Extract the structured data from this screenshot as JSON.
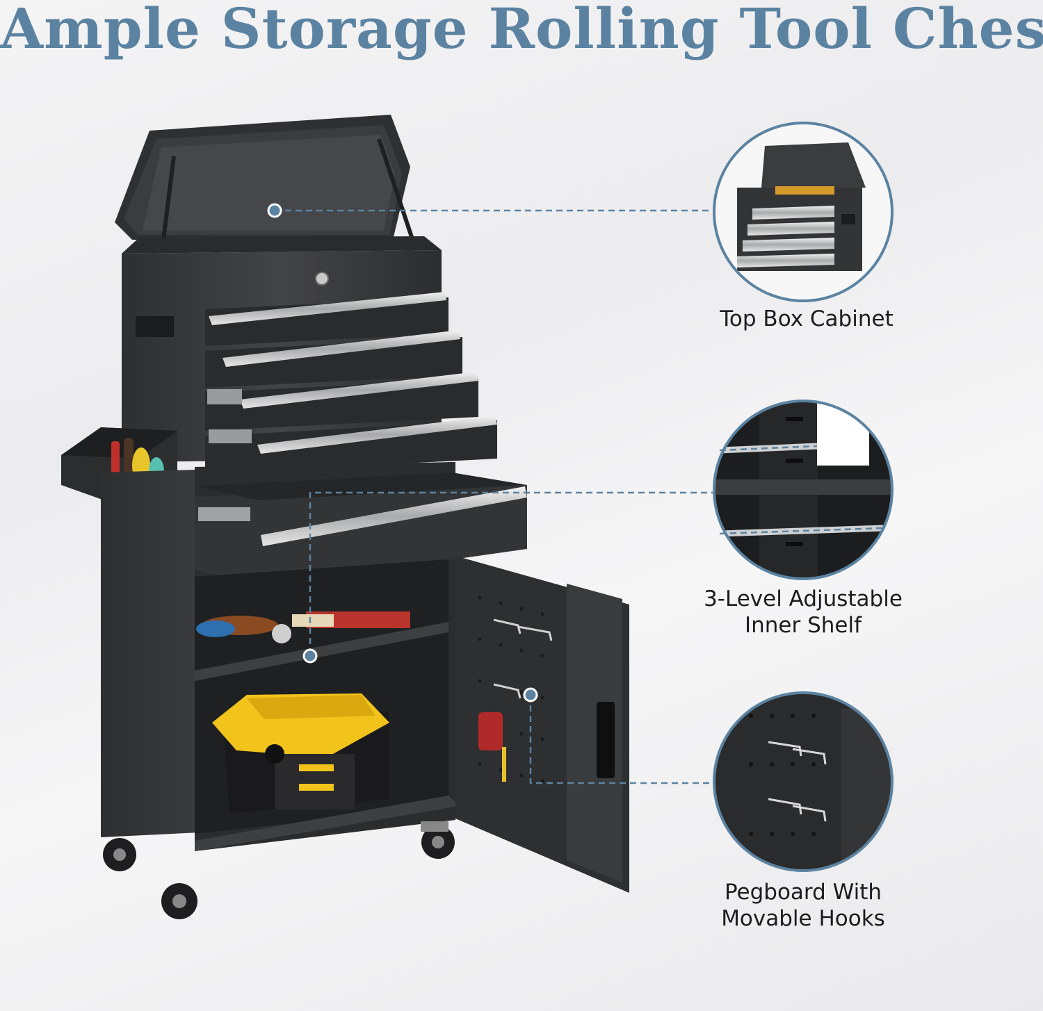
{
  "title": "Ample Storage Rolling Tool Chest",
  "colors": {
    "accent": "#5b83a1",
    "cabinet": "#3a3b3d",
    "cabinet_dark": "#242527",
    "handle": "#d9dadb",
    "toolbox_yellow": "#f2c31b"
  },
  "features": [
    {
      "label": "Top Box Cabinet"
    },
    {
      "line1": "3-Level Adjustable",
      "line2": "Inner Shelf"
    },
    {
      "line1": "Pegboard With",
      "line2": "Movable Hooks"
    }
  ]
}
